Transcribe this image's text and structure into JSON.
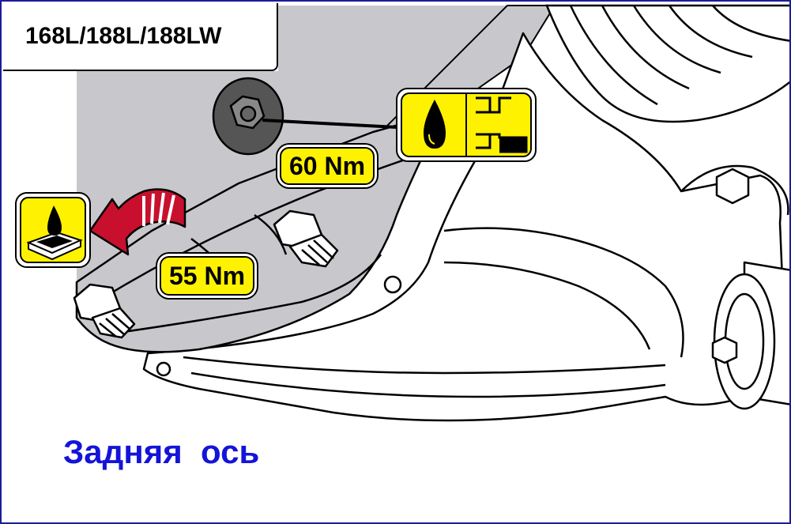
{
  "model_label": "168L/188L/188LW",
  "torque_labels": {
    "upper": "60 Nm",
    "lower": "55 Nm"
  },
  "caption": "Задняя  ось",
  "icons": {
    "oil_drain_plug": "oil-drop-drain-plug-icon",
    "sealant": "oil-drop-sealant-surface-icon",
    "direction_arrow": "red-curved-arrow-icon"
  },
  "colors": {
    "label_yellow": "#fff200",
    "caption_blue": "#1414d8",
    "arrow_red": "#c8102e",
    "frame_border": "#1c1c9a"
  }
}
